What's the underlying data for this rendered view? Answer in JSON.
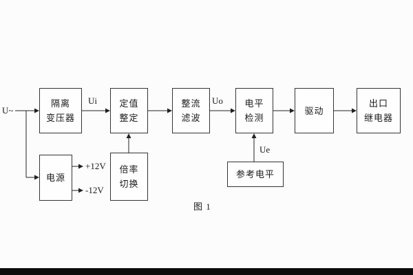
{
  "figure": {
    "caption": "图 1"
  },
  "labels": {
    "input": "U~",
    "ui": "Ui",
    "uo": "Uo",
    "ue": "Ue",
    "power_out_pos": "+12V",
    "power_out_neg": "-12V"
  },
  "blocks": {
    "isolation_transformer": {
      "line1": "隔离",
      "line2": "变压器"
    },
    "value_setting": {
      "line1": "定值",
      "line2": "整定"
    },
    "rectify_filter": {
      "line1": "整流",
      "line2": "滤波"
    },
    "level_detect": {
      "line1": "电平",
      "line2": "检测"
    },
    "driver": {
      "label": "驱动"
    },
    "output_relay": {
      "line1": "出口",
      "line2": "继电器"
    },
    "power_supply": {
      "label": "电源"
    },
    "ratio_switch": {
      "line1": "倍率",
      "line2": "切换"
    },
    "reference_level": {
      "label": "参考电平"
    }
  }
}
